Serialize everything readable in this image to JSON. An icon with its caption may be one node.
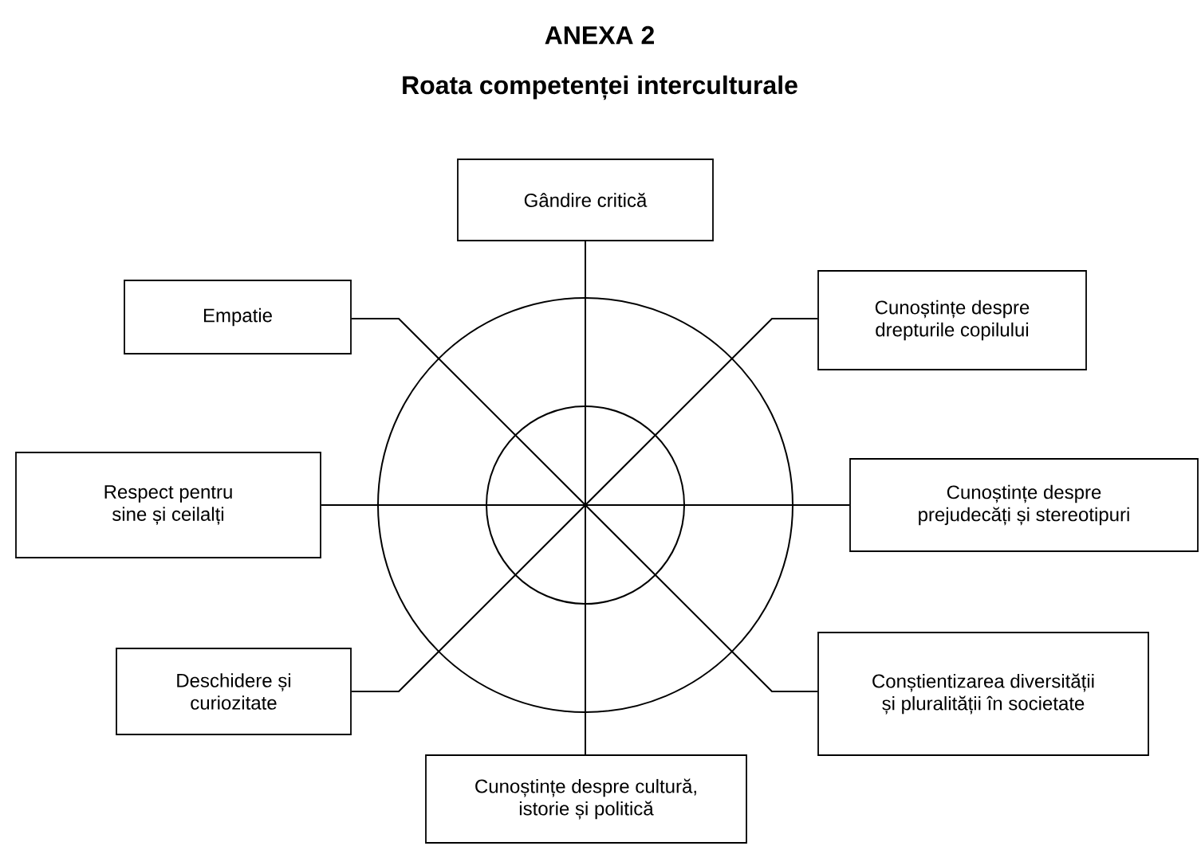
{
  "diagram": {
    "title": "Roata competenței interculturale",
    "nodes": [
      {
        "text": [
          "Gândire critică"
        ]
      },
      {
        "text": [
          "Empatie"
        ]
      },
      {
        "text": [
          "Cunoștințe despre drepturile copilului"
        ]
      },
      {
        "text": [
          "Respect pentru sine și ceilalți"
        ]
      },
      {
        "text": [
          "Cunoștințe despre prejudecăți și stereotipuri"
        ]
      },
      {
        "text": [
          "Deschidere și curiozitate"
        ]
      },
      {
        "text": [
          "Conștientizarea diversității și pluralității în societate"
        ]
      },
      {
        "text": [
          "Cunoștințe despre cultură, istorie și politică"
        ]
      }
    ],
    "edges": [
      {
        "from": 0,
        "to": 7,
        "arrow": "none"
      },
      {
        "from": 1,
        "to": 6,
        "arrow": "none"
      },
      {
        "from": 3,
        "to": 4,
        "arrow": "none"
      },
      {
        "from": 5,
        "to": 2,
        "arrow": "none"
      }
    ],
    "labels": [
      "ANEXA 2"
    ]
  }
}
